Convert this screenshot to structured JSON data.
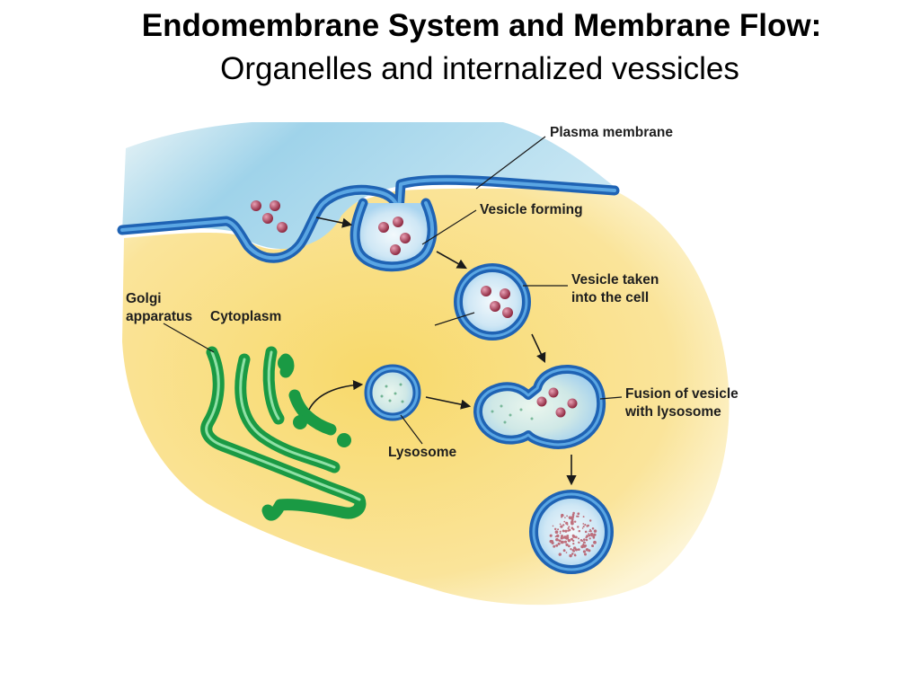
{
  "title": {
    "line1": "Endomembrane System and Membrane Flow:",
    "line2": "Organelles and internalized vessicles"
  },
  "labels": {
    "plasma_membrane": "Plasma membrane",
    "vesicle_forming": "Vesicle forming",
    "vesicle_taken_1": "Vesicle taken",
    "vesicle_taken_2": "into the cell",
    "golgi_1": "Golgi",
    "golgi_2": "apparatus",
    "cytoplasm": "Cytoplasm",
    "fusion_1": "Fusion of vesicle",
    "fusion_2": "with lysosome",
    "lysosome": "Lysosome"
  },
  "colors": {
    "extracellular": "#8fcbe6",
    "cytoplasm": "#f7dc79",
    "membrane": "#1f63b4",
    "membrane_inner": "#5aa6e3",
    "vesicle_fill": "#d7ecf7",
    "golgi": "#1faa4a",
    "cargo": "#a8374f"
  }
}
